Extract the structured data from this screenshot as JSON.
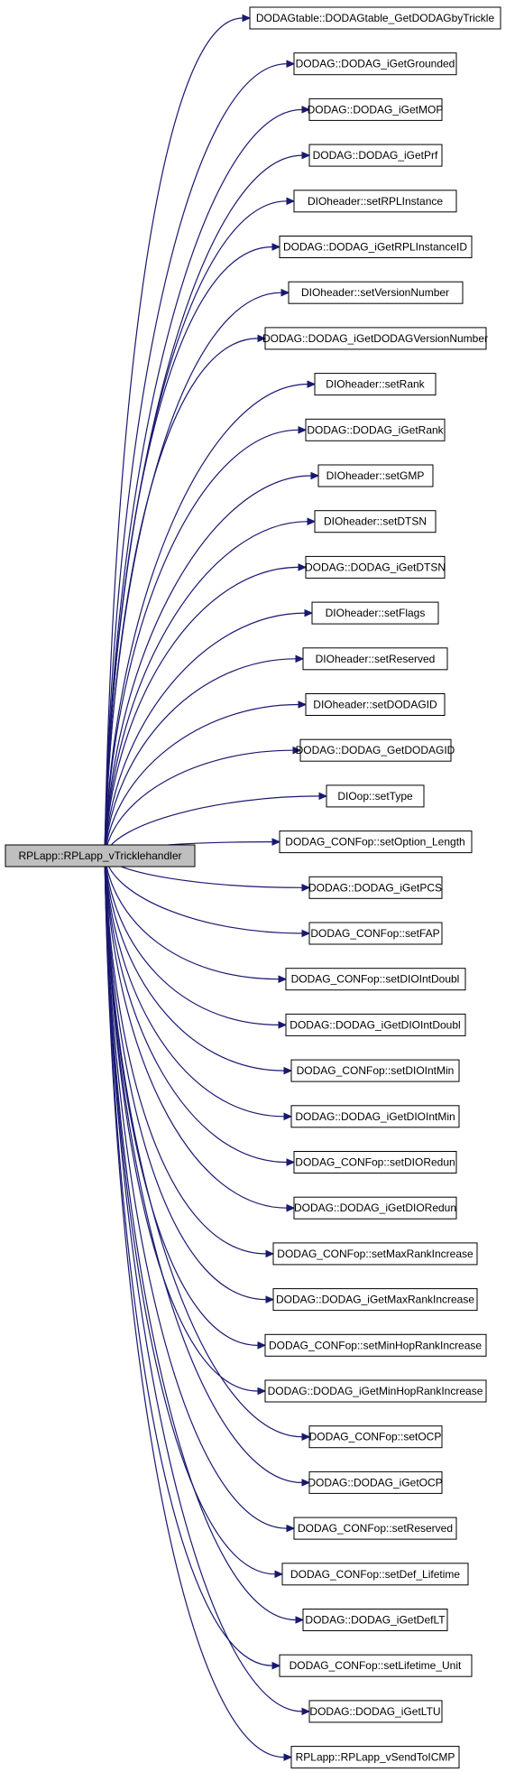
{
  "root": {
    "label": "RPLapp::RPLapp_vTricklehandler"
  },
  "callees": [
    "DODAGtable::DODAGtable_GetDODAGbyTrickle",
    "DODAG::DODAG_iGetGrounded",
    "DODAG::DODAG_iGetMOP",
    "DODAG::DODAG_iGetPrf",
    "DIOheader::setRPLInstance",
    "DODAG::DODAG_iGetRPLInstanceID",
    "DIOheader::setVersionNumber",
    "DODAG::DODAG_iGetDODAGVersionNumber",
    "DIOheader::setRank",
    "DODAG::DODAG_iGetRank",
    "DIOheader::setGMP",
    "DIOheader::setDTSN",
    "DODAG::DODAG_iGetDTSN",
    "DIOheader::setFlags",
    "DIOheader::setReserved",
    "DIOheader::setDODAGID",
    "DODAG::DODAG_GetDODAGID",
    "DIOop::setType",
    "DODAG_CONFop::setOption_Length",
    "DODAG::DODAG_iGetPCS",
    "DODAG_CONFop::setFAP",
    "DODAG_CONFop::setDIOIntDoubl",
    "DODAG::DODAG_iGetDIOIntDoubl",
    "DODAG_CONFop::setDIOIntMin",
    "DODAG::DODAG_iGetDIOIntMin",
    "DODAG_CONFop::setDIORedun",
    "DODAG::DODAG_iGetDIORedun",
    "DODAG_CONFop::setMaxRankIncrease",
    "DODAG::DODAG_iGetMaxRankIncrease",
    "DODAG_CONFop::setMinHopRankIncrease",
    "DODAG::DODAG_iGetMinHopRankIncrease",
    "DODAG_CONFop::setOCP",
    "DODAG::DODAG_iGetOCP",
    "DODAG_CONFop::setReserved",
    "DODAG_CONFop::setDef_Lifetime",
    "DODAG::DODAG_iGetDefLT",
    "DODAG_CONFop::setLifetime_Unit",
    "DODAG::DODAG_iGetLTU",
    "RPLapp::RPLapp_vSendToICMP"
  ],
  "colors": {
    "edge": "#191970",
    "root_fill": "#bfbfbf",
    "node_fill": "#ffffff",
    "border": "#000000"
  }
}
